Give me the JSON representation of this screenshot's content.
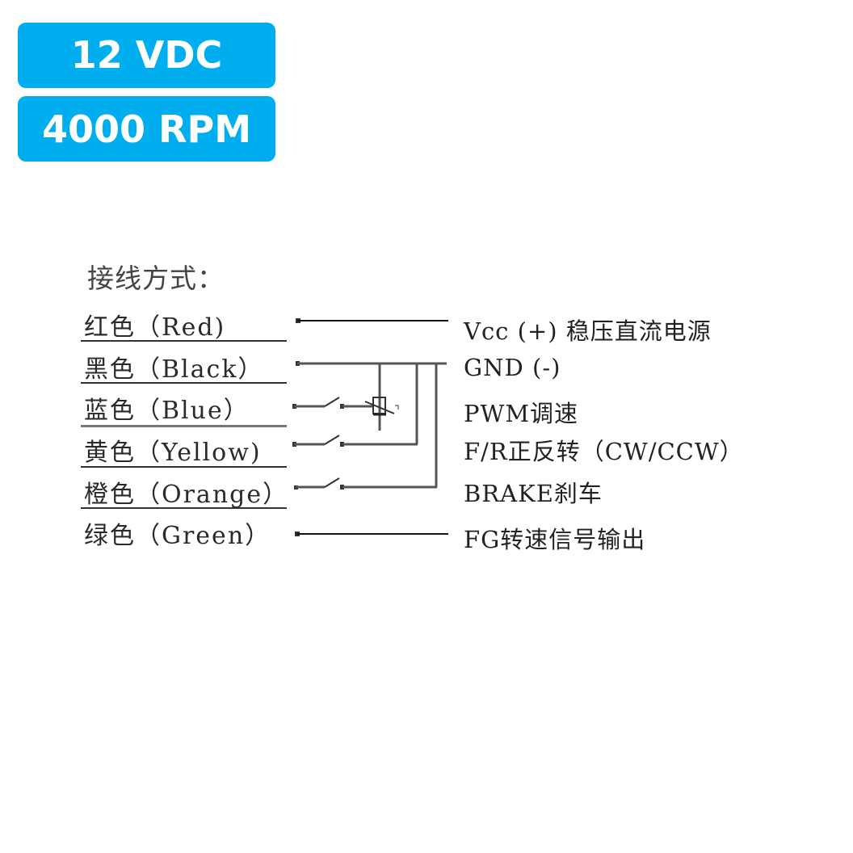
{
  "badges": {
    "voltage": "12 VDC",
    "speed": "4000 RPM",
    "color": "#00aeef"
  },
  "diagram": {
    "title": "接线方式：",
    "wires": [
      {
        "label": "红色（Red)",
        "function": "Vcc (+) 稳压直流电源",
        "connection": "direct"
      },
      {
        "label": "黑色（Black）",
        "function": "GND (-)",
        "connection": "direct-ground-bus"
      },
      {
        "label": "蓝色（Blue）",
        "function": "PWM调速",
        "connection": "switch-potentiometer-to-GND"
      },
      {
        "label": "黄色（Yellow)",
        "function": "F/R正反转（CW/CCW）",
        "connection": "switch-to-GND"
      },
      {
        "label": "橙色（Orange）",
        "function": "BRAKE刹车",
        "connection": "switch-to-GND"
      },
      {
        "label": "绿色（Green）",
        "function": "FG转速信号输出",
        "connection": "direct"
      }
    ]
  }
}
